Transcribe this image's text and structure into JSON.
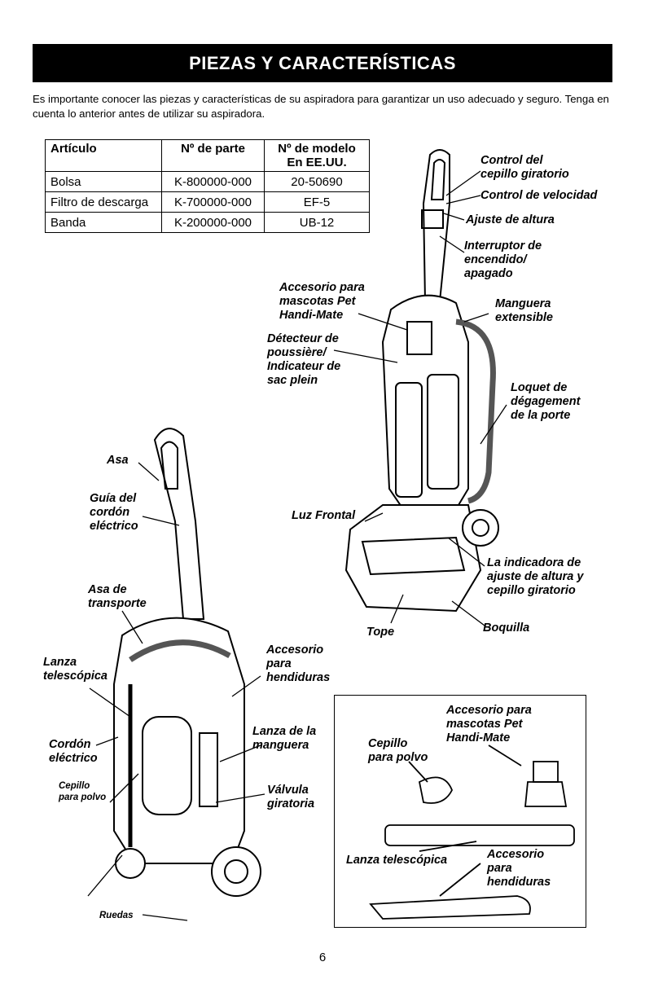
{
  "header": {
    "title": "PIEZAS Y CARACTERÍSTICAS"
  },
  "intro": "Es importante conocer las piezas y características de su aspiradora para garantizar un uso adecuado y seguro. Tenga en cuenta lo anterior antes de utilizar su aspiradora.",
  "parts_table": {
    "headers": [
      "Artículo",
      "Nº de parte",
      "Nº de modelo En EE.UU."
    ],
    "rows": [
      [
        "Bolsa",
        "K-800000-000",
        "20-50690"
      ],
      [
        "Filtro de descarga",
        "K-700000-000",
        "EF-5"
      ],
      [
        "Banda",
        "K-200000-000",
        "UB-12"
      ]
    ]
  },
  "labels": {
    "control_cepillo": "Control del\ncepillo giratorio",
    "control_velocidad": "Control de velocidad",
    "ajuste_altura": "Ajuste de altura",
    "interruptor": "Interruptor de\nencendido/\napagado",
    "accesorio_mascotas": "Accesorio para\nmascotas Pet\nHandi-Mate",
    "manguera_extensible": "Manguera\nextensible",
    "detecteur": "Détecteur de\npoussière/\nIndicateur de\nsac plein",
    "loquet": "Loquet de\ndégagement\nde la porte",
    "asa": "Asa",
    "guia_cordon": "Guía del\ncordón\neléctrico",
    "luz_frontal": "Luz Frontal",
    "indicadora_ajuste": "La indicadora de\najuste de altura y\ncepillo giratorio",
    "asa_transporte": "Asa de\ntransporte",
    "tope": "Tope",
    "boquilla": "Boquilla",
    "lanza_telescopica": "Lanza\ntelescópica",
    "accesorio_hendiduras": "Accesorio\npara\nhendiduras",
    "cordon_electrico": "Cordón\neléctrico",
    "lanza_manguera": "Lanza de la\nmanguera",
    "cepillo_polvo": "Cepillo\npara polvo",
    "valvula_giratoria": "Válvula\ngiratoria",
    "ruedas": "Ruedas"
  },
  "inset": {
    "accesorio_mascotas": "Accesorio para\nmascotas Pet\nHandi-Mate",
    "cepillo_polvo": "Cepillo\npara polvo",
    "lanza_telescopica": "Lanza telescópica",
    "accesorio_hendiduras": "Accesorio\npara\nhendiduras"
  },
  "page_number": "6"
}
